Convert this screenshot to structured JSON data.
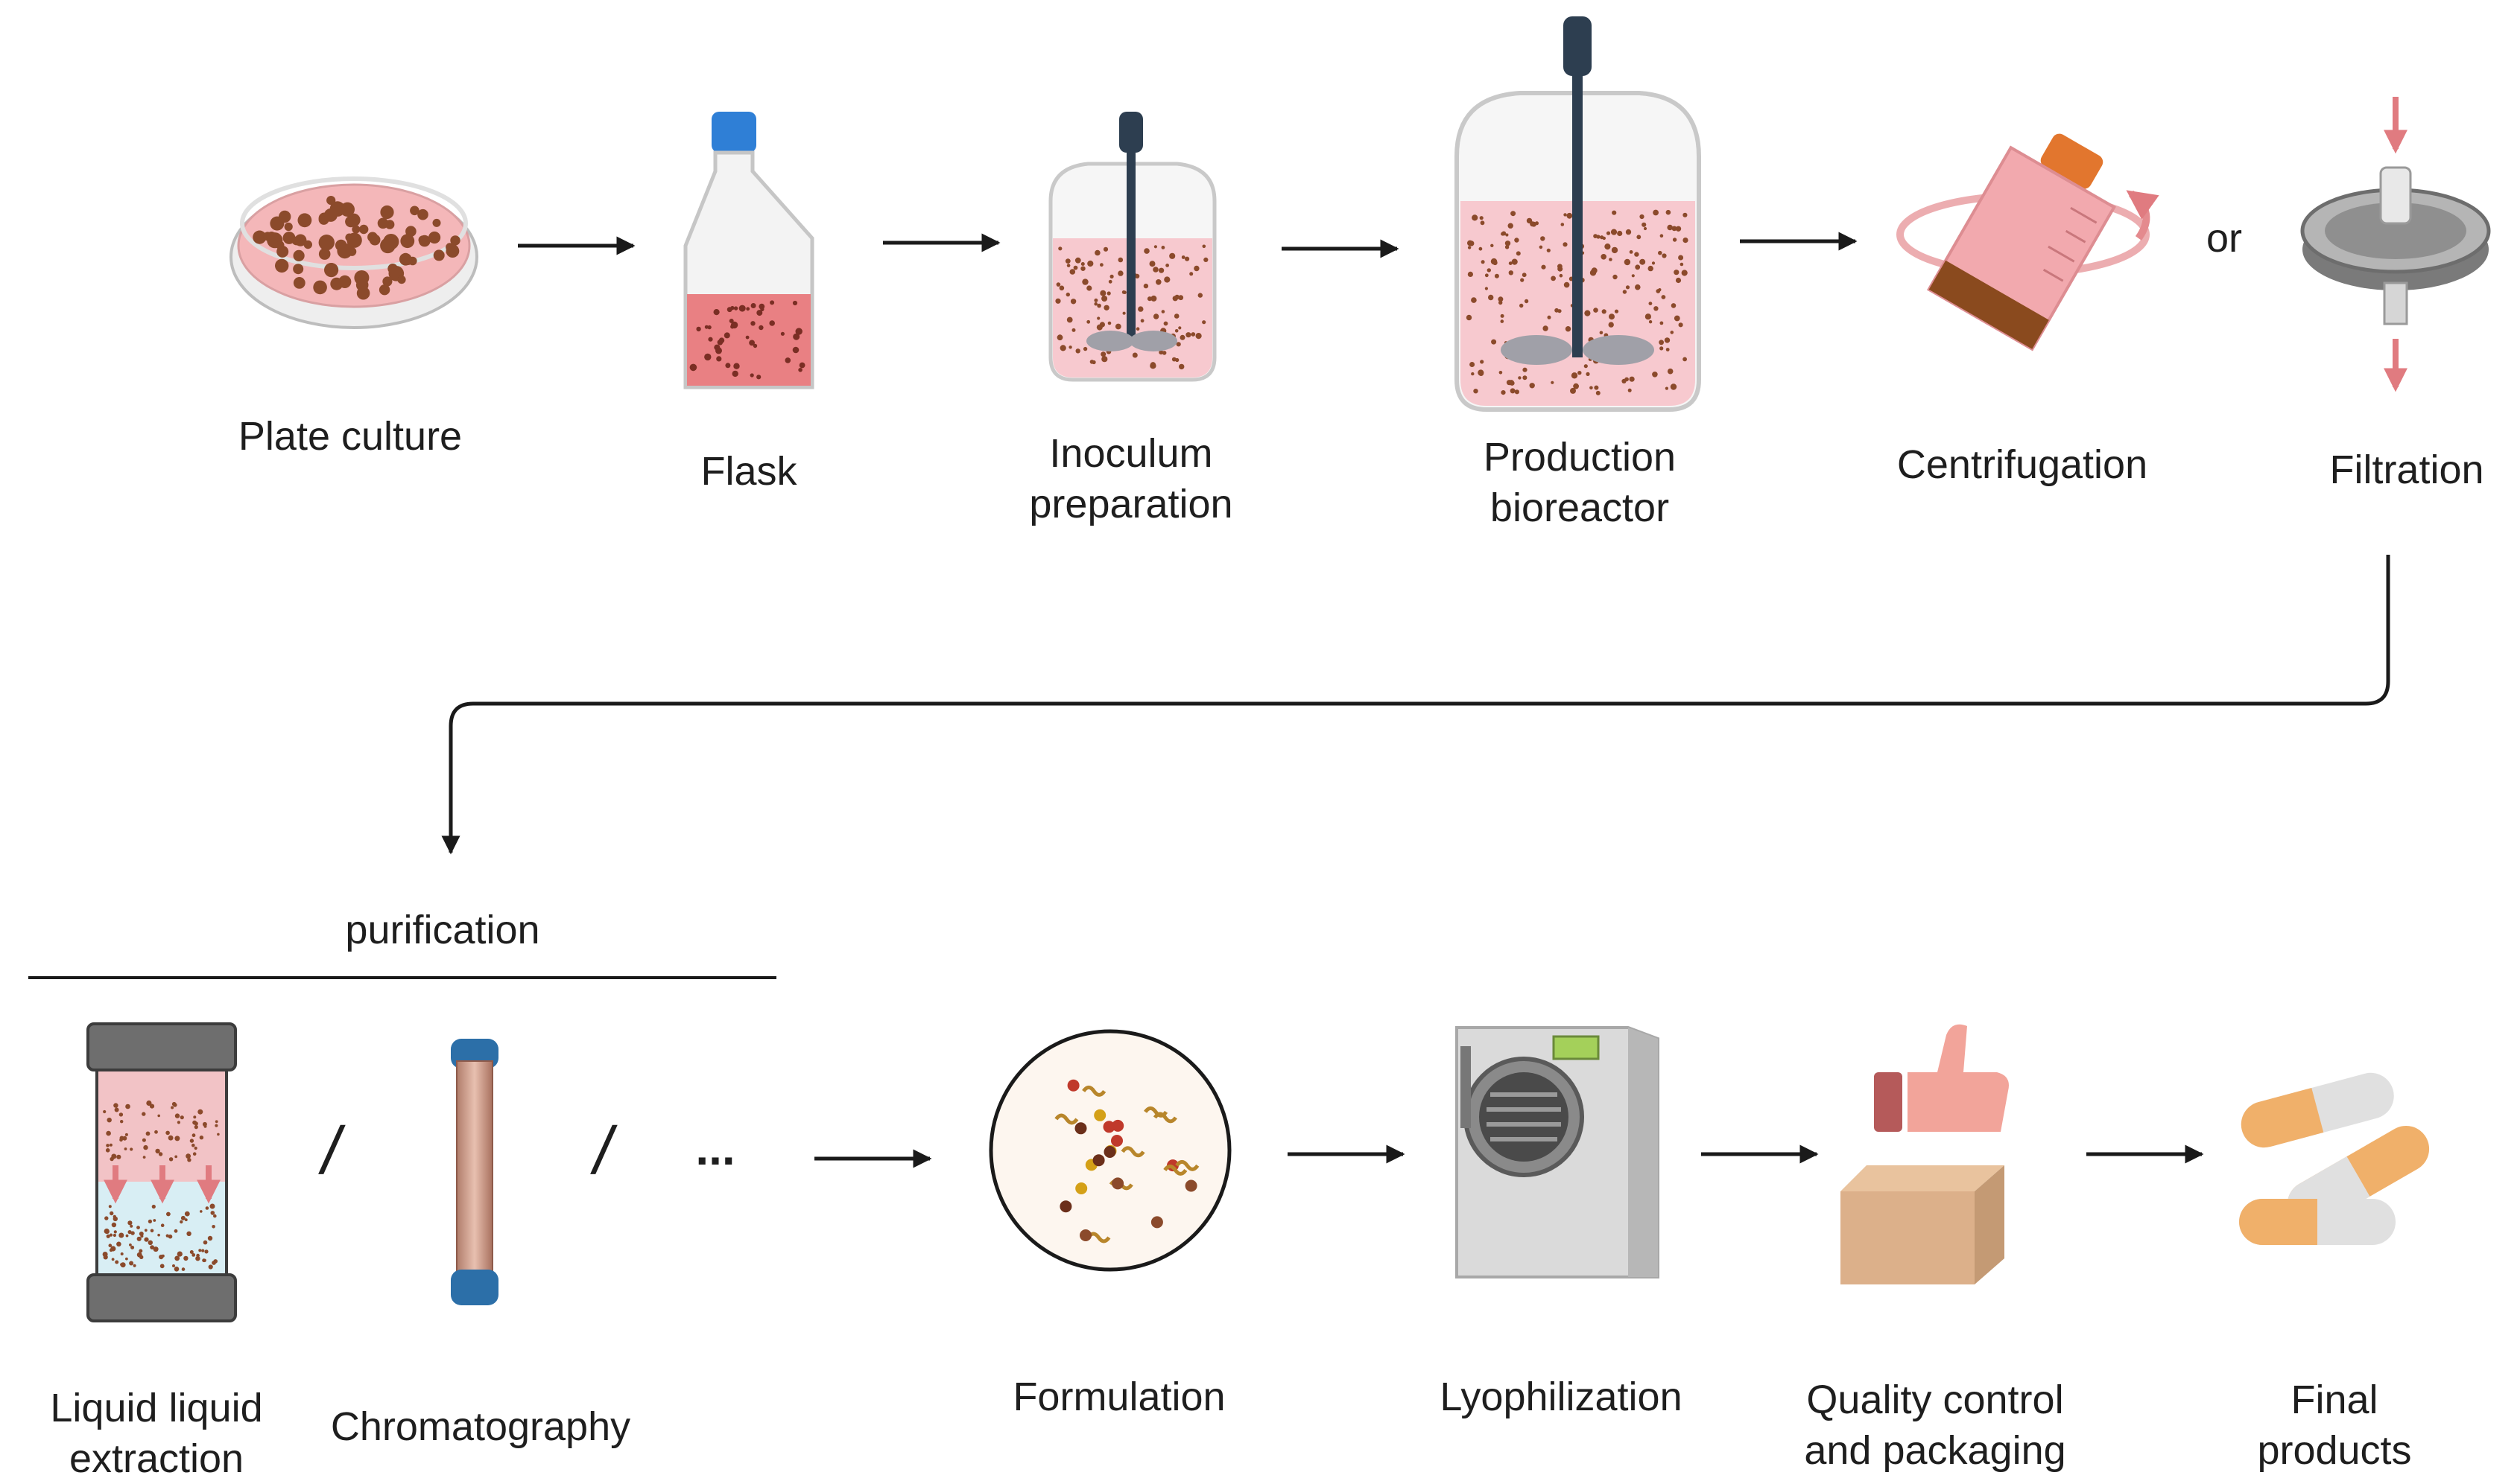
{
  "row1": {
    "plate_culture": "Plate culture",
    "flask": "Flask",
    "inoculum": "Inoculum\npreparation",
    "bioreactor": "Production\nbioreactor",
    "centrifugation": "Centrifugation",
    "or": "or",
    "filtration": "Filtration"
  },
  "purification": {
    "title": "purification",
    "lle": "Liquid liquid\nextraction",
    "chromatography": "Chromatography",
    "sep1": "/",
    "sep2": "/",
    "more": "..."
  },
  "row2": {
    "formulation": "Formulation",
    "lyophilization": "Lyophilization",
    "qc": "Quality control\nand packaging",
    "final": "Final products"
  },
  "colors": {
    "arrow": "#1a1a1a",
    "liquid_pink": "#f5c6cc",
    "particle_brown": "#7a3b1a",
    "red_arrow": "#e07b80"
  }
}
